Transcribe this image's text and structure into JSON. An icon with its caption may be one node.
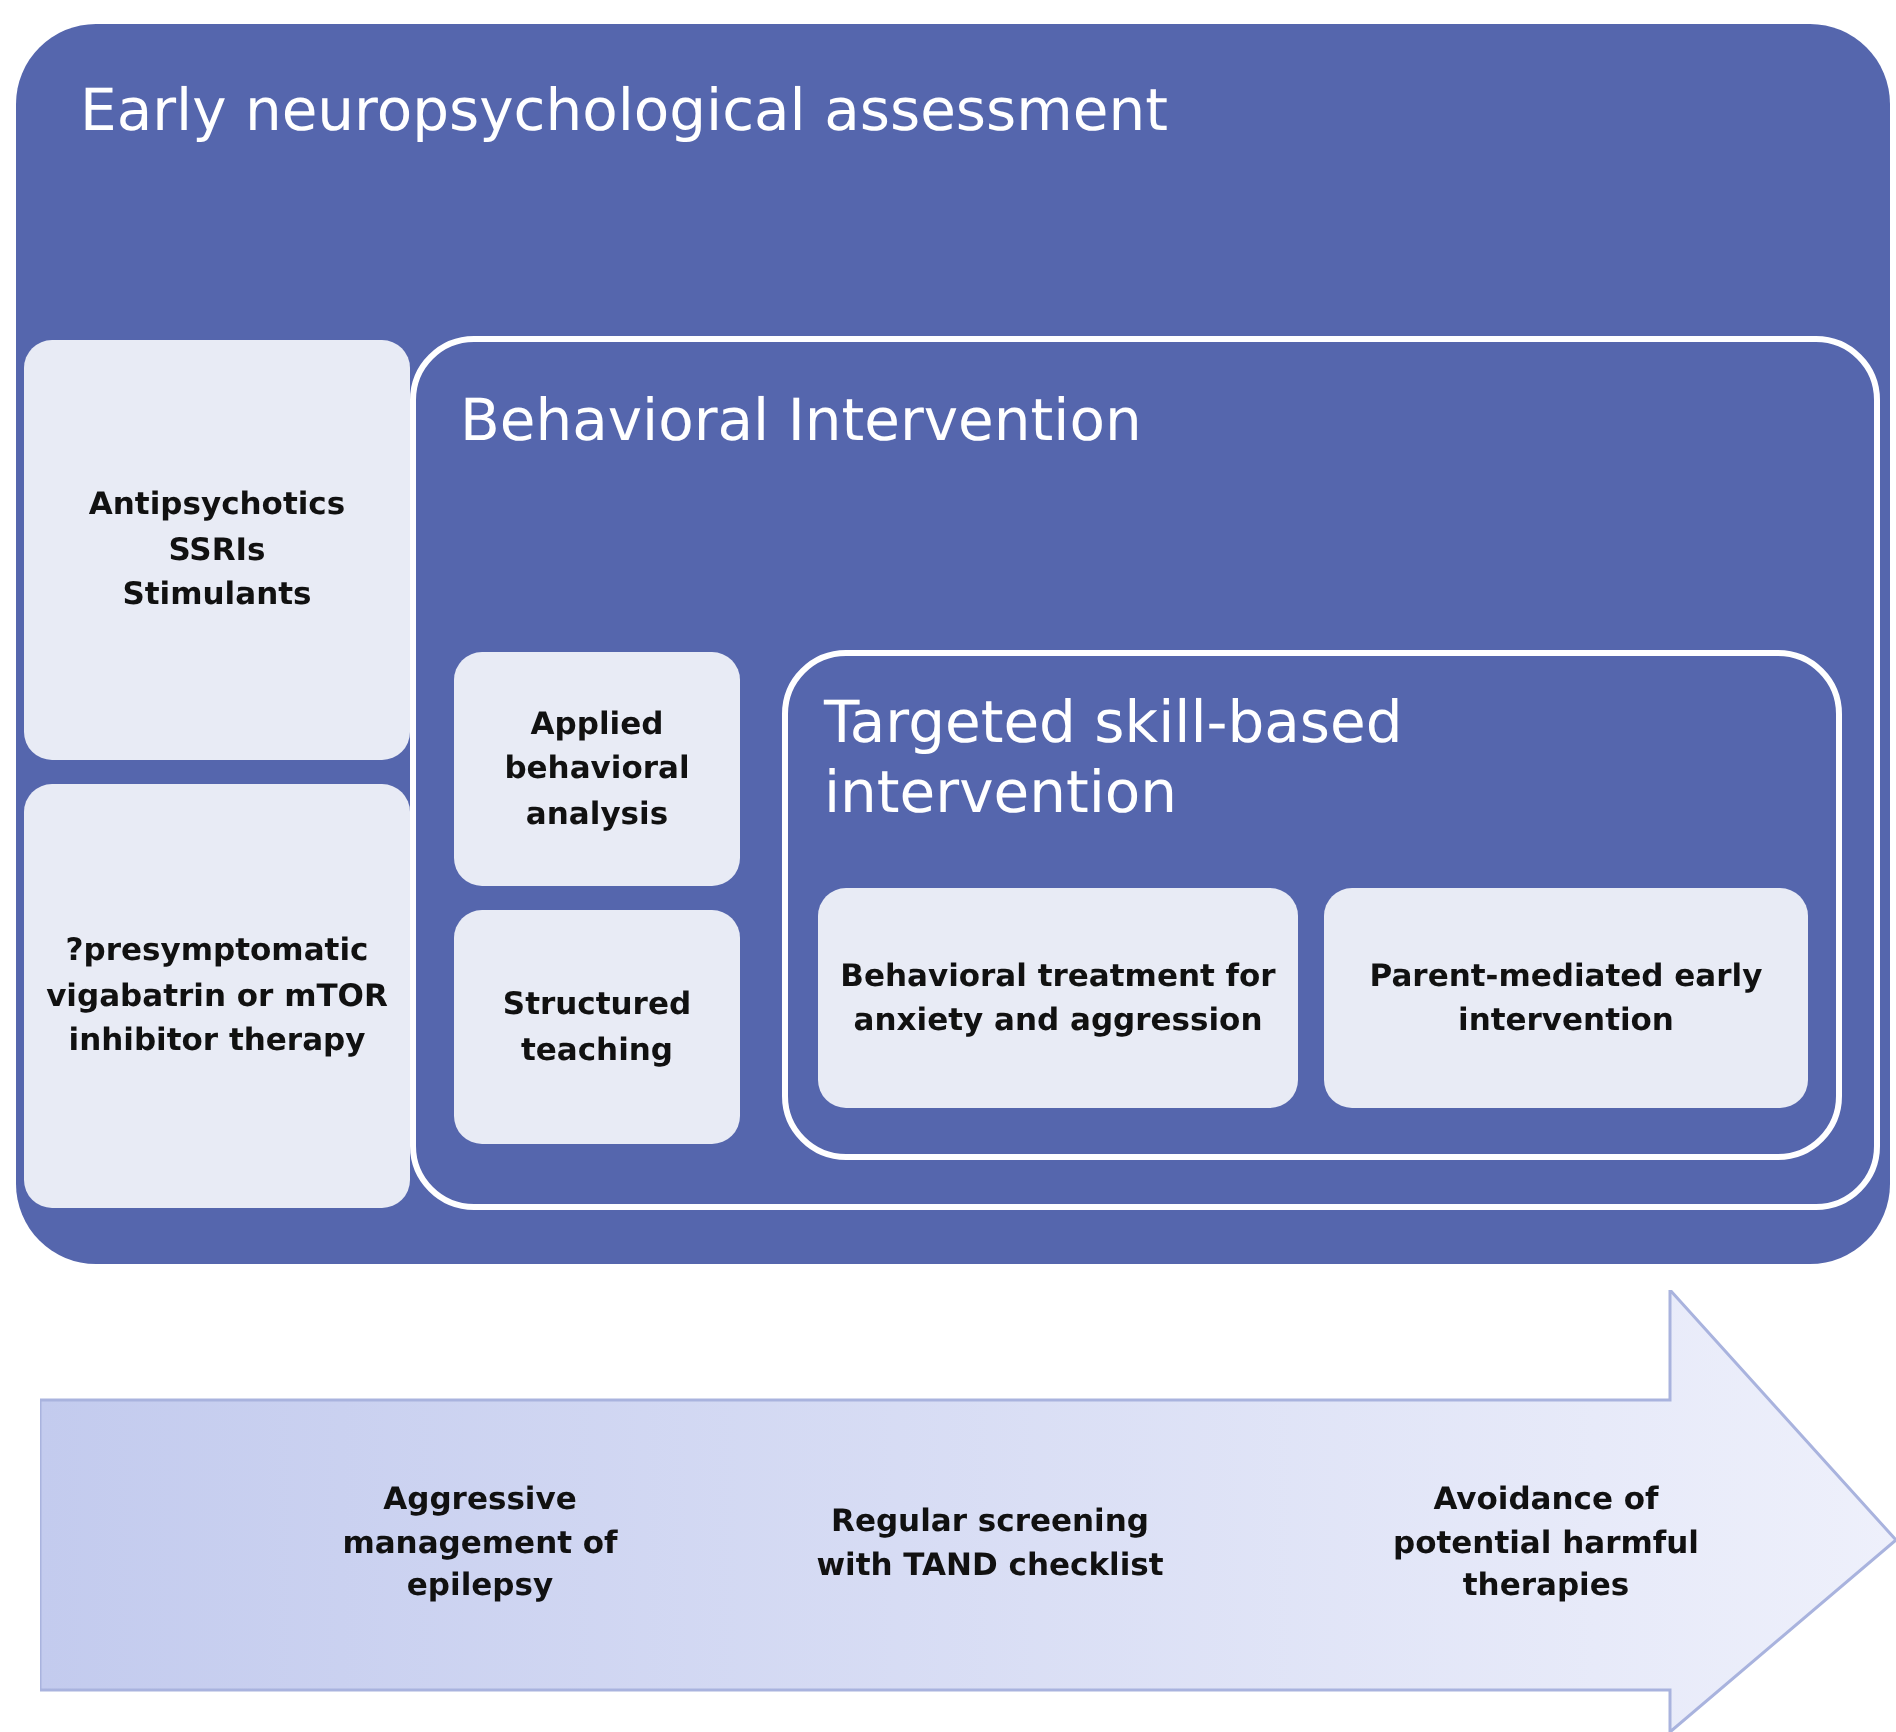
{
  "diagram": {
    "nodes": [
      {
        "text": [
          "Early neuropsychological assessment"
        ]
      },
      {
        "text": [
          "Antipsychotics",
          "SSRIs",
          "Stimulants"
        ],
        "in": 0
      },
      {
        "text": [
          "?presymptomatic vigabatrin or mTOR inhibitor therapy"
        ],
        "in": 0
      },
      {
        "text": [
          "Behavioral Intervention"
        ],
        "in": 0
      },
      {
        "text": [
          "Applied behavioral analysis"
        ],
        "in": 3
      },
      {
        "text": [
          "Structured teaching"
        ],
        "in": 3
      },
      {
        "text": [
          "Targeted skill-based intervention"
        ],
        "in": 3
      },
      {
        "text": [
          "Behavioral treatment for anxiety and aggression"
        ],
        "in": 6
      },
      {
        "text": [
          "Parent-mediated early intervention"
        ],
        "in": 6
      },
      {
        "text": [
          "Aggressive management of epilepsy",
          "Regular screening with TAND checklist",
          "Avoidance of potential harmful therapies"
        ]
      }
    ],
    "edges": []
  }
}
